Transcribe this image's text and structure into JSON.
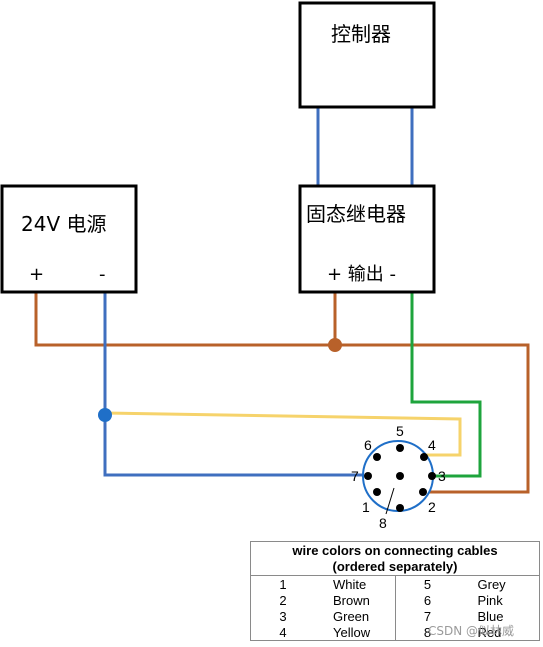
{
  "boxes": {
    "controller": "控制器",
    "power": "24V 电源",
    "power_plus": "+",
    "power_minus": "-",
    "relay": "固态继电器",
    "relay_output": "+ 输出 -"
  },
  "connector": {
    "pins": [
      "1",
      "2",
      "3",
      "4",
      "5",
      "6",
      "7",
      "8"
    ]
  },
  "legend": {
    "title_line1": "wire colors on connecting cables",
    "title_line2": "(ordered separately)",
    "left": [
      {
        "num": "1",
        "color": "White"
      },
      {
        "num": "2",
        "color": "Brown"
      },
      {
        "num": "3",
        "color": "Green"
      },
      {
        "num": "4",
        "color": "Yellow"
      }
    ],
    "right": [
      {
        "num": "5",
        "color": "Grey"
      },
      {
        "num": "6",
        "color": "Pink"
      },
      {
        "num": "7",
        "color": "Blue"
      },
      {
        "num": "8",
        "color": "Red"
      }
    ]
  },
  "wire_colors": {
    "blue": "#3f6fbf",
    "brown": "#b8612a",
    "yellow": "#f6d36b",
    "green": "#1ea43c",
    "junction_blue": "#1f6fc8"
  },
  "watermark": "CSDN @似林威"
}
